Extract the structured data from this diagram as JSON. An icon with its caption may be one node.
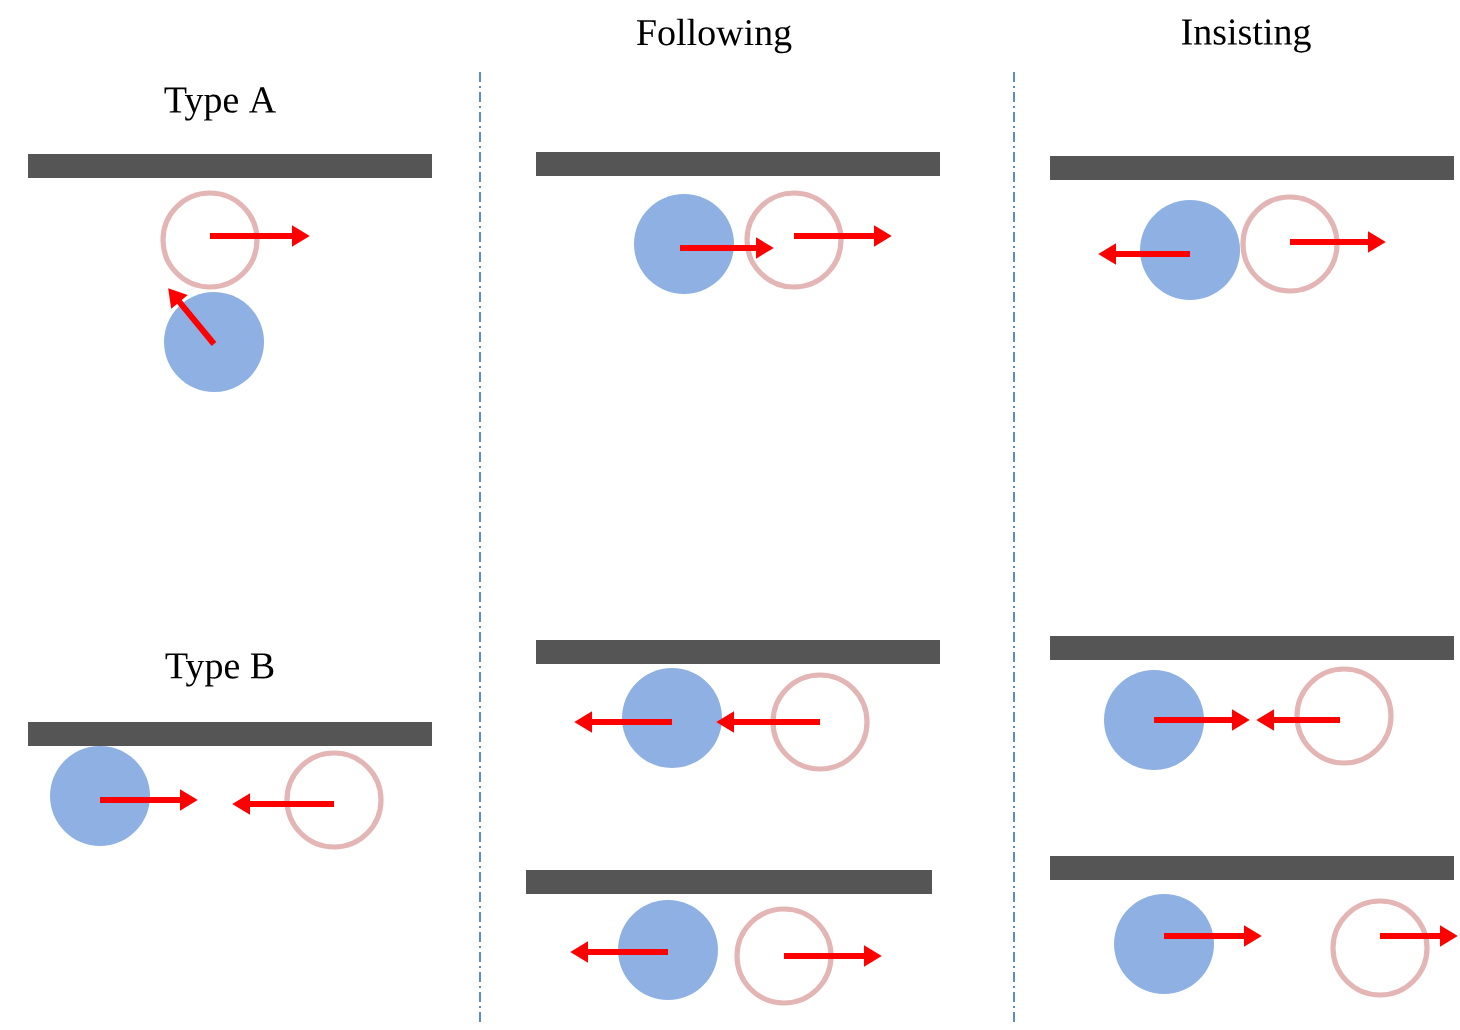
{
  "diagram": {
    "labels": [
      "Following",
      "Insisting",
      "Type A",
      "Type B"
    ]
  }
}
